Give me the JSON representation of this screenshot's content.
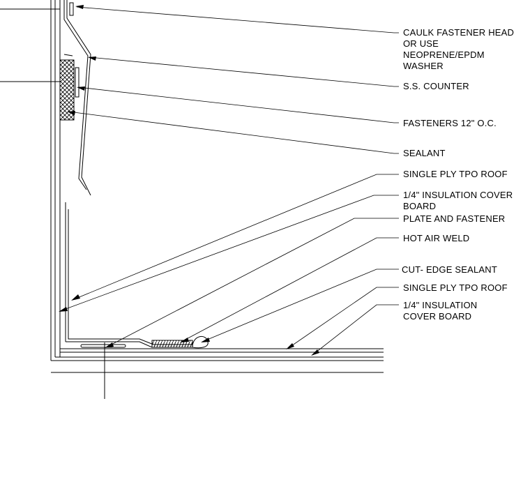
{
  "labels": {
    "caulk_1": "CAULK FASTENER HEAD",
    "caulk_2": "OR USE",
    "caulk_3": "NEOPRENE/EPDM",
    "caulk_4": "WASHER",
    "ss_counter": "S.S. COUNTER",
    "fasteners": "FASTENERS 12\" O.C.",
    "sealant": "SEALANT",
    "tpo_upper": "SINGLE PLY TPO ROOF",
    "insul_upper_1": "1/4\" INSULATION COVER",
    "insul_upper_2": "BOARD",
    "plate_fastener": "PLATE AND FASTENER",
    "hot_air_weld": "HOT AIR WELD",
    "cut_edge": "CUT- EDGE SEALANT",
    "tpo_lower": "SINGLE PLY TPO ROOF",
    "insul_lower_1": "1/4\" INSULATION",
    "insul_lower_2": "COVER BOARD"
  },
  "colors": {
    "line": "#000000",
    "background": "#ffffff"
  }
}
